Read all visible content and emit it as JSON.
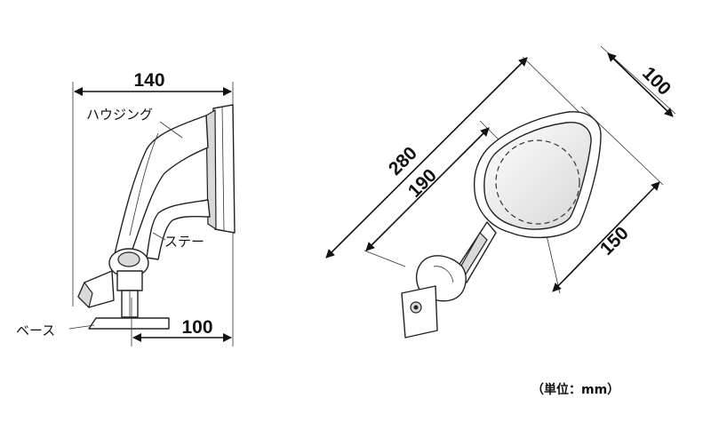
{
  "side_view": {
    "dim_width": "140",
    "dim_base": "100",
    "label_housing": "ハウジング",
    "label_stay": "ステー",
    "label_base": "ベース"
  },
  "front_view": {
    "dim_total": "280",
    "dim_mirror": "190",
    "dim_top": "100",
    "dim_height": "150"
  },
  "unit_note": "（単位：mm）"
}
